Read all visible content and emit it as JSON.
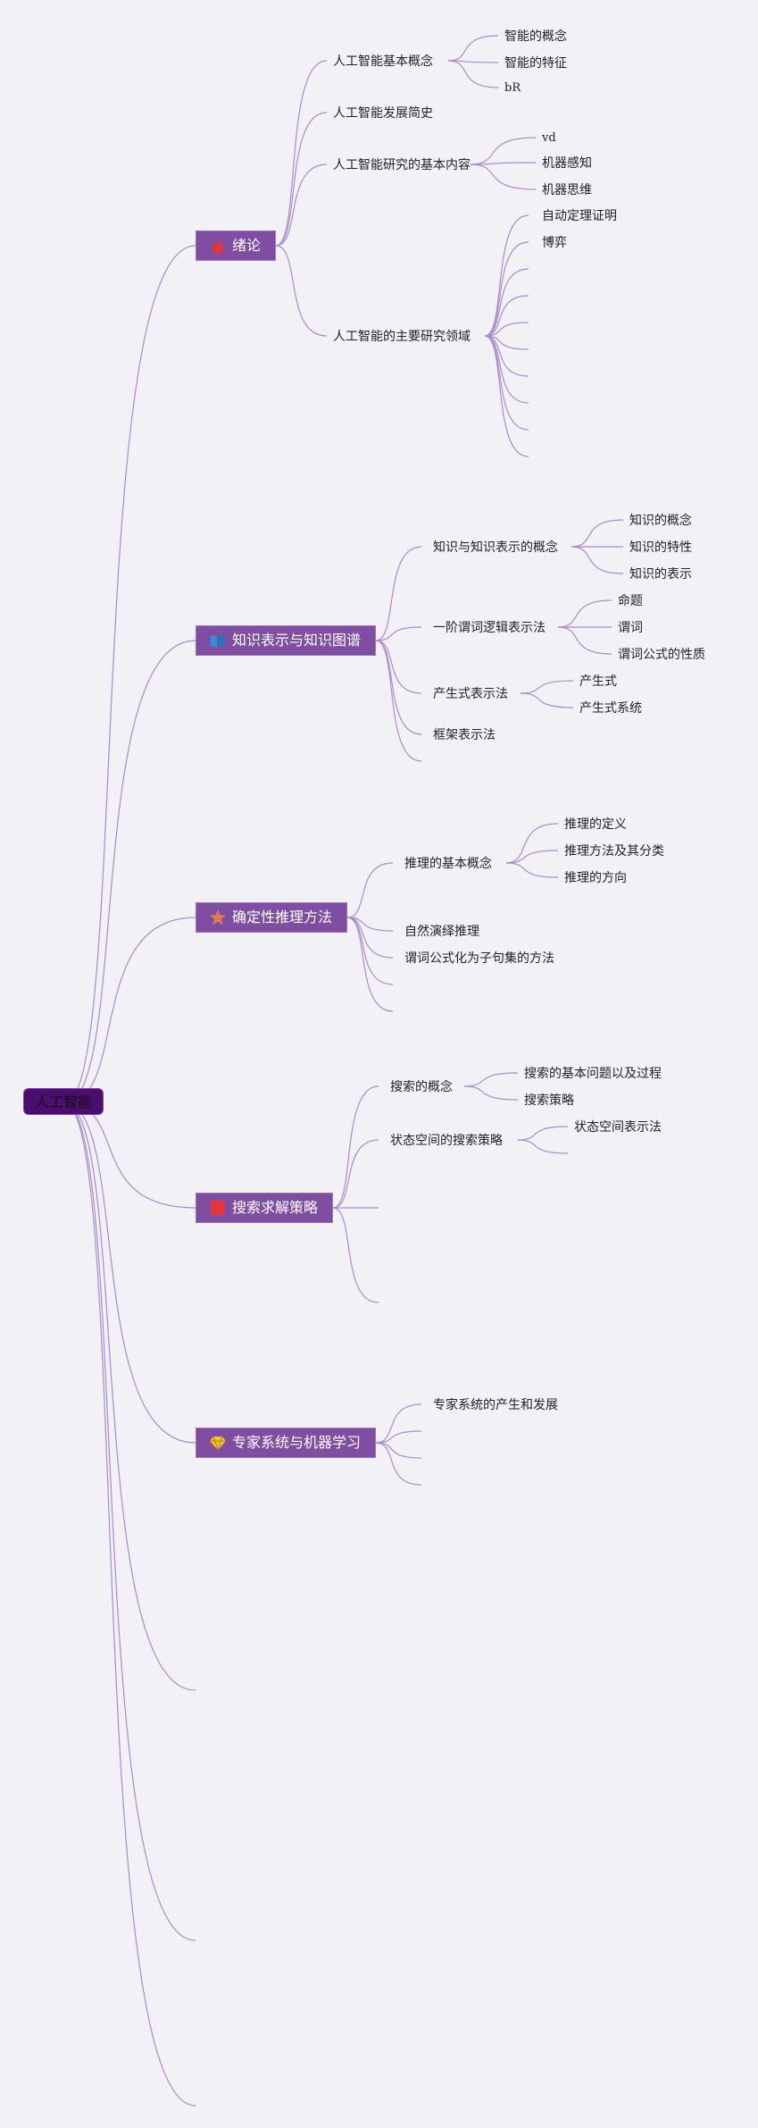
{
  "root": {
    "label": "人工智能"
  },
  "branches": [
    {
      "id": "b1",
      "label": "绪论",
      "icon": "fire-icon",
      "icon_color": "#e8343a",
      "children": [
        {
          "label": "人工智能基本概念",
          "children": [
            "智能的概念",
            "智能的特征",
            "bR"
          ]
        },
        {
          "label": "人工智能发展简史"
        },
        {
          "label": "人工智能研究的基本内容",
          "children": [
            "vd",
            "机器感知",
            "机器思维"
          ]
        },
        {
          "label": "人工智能的主要研究领域",
          "children": [
            "自动定理证明",
            "博弈",
            "",
            "",
            "",
            "",
            "",
            "",
            "",
            ""
          ]
        }
      ]
    },
    {
      "id": "b2",
      "label": "知识表示与知识图谱",
      "icon": "book-icon",
      "icon_color": "#2e8fd6",
      "children": [
        {
          "label": "知识与知识表示的概念",
          "children": [
            "知识的概念",
            "知识的特性",
            "知识的表示"
          ]
        },
        {
          "label": "一阶谓词逻辑表示法",
          "children": [
            "命题",
            "谓词",
            "谓词公式的性质"
          ]
        },
        {
          "label": "产生式表示法",
          "children": [
            "产生式",
            "产生式系统"
          ]
        },
        {
          "label": "框架表示法"
        },
        {
          "label": ""
        }
      ]
    },
    {
      "id": "b3",
      "label": "确定性推理方法",
      "icon": "star-icon",
      "icon_color": "#e07a50",
      "children": [
        {
          "label": "推理的基本概念",
          "children": [
            "推理的定义",
            "推理方法及其分类",
            "推理的方向"
          ]
        },
        {
          "label": "自然演绎推理"
        },
        {
          "label": "谓词公式化为子句集的方法"
        },
        {
          "label": ""
        },
        {
          "label": ""
        }
      ]
    },
    {
      "id": "b4",
      "label": "搜索求解策略",
      "icon": "square-icon",
      "icon_color": "#e8343a",
      "children": [
        {
          "label": "搜索的概念",
          "children": [
            "搜索的基本问题以及过程",
            "搜索策略"
          ]
        },
        {
          "label": "状态空间的搜索策略",
          "children": [
            "状态空间表示法",
            ""
          ]
        },
        {
          "label": ""
        },
        {
          "label": ""
        }
      ]
    },
    {
      "id": "b5",
      "label": "专家系统与机器学习",
      "icon": "gem-icon",
      "icon_color": "#f2c230",
      "children": [
        {
          "label": "专家系统的产生和发展"
        },
        {
          "label": ""
        },
        {
          "label": ""
        },
        {
          "label": ""
        }
      ]
    }
  ],
  "link_color": "#a98bd0"
}
